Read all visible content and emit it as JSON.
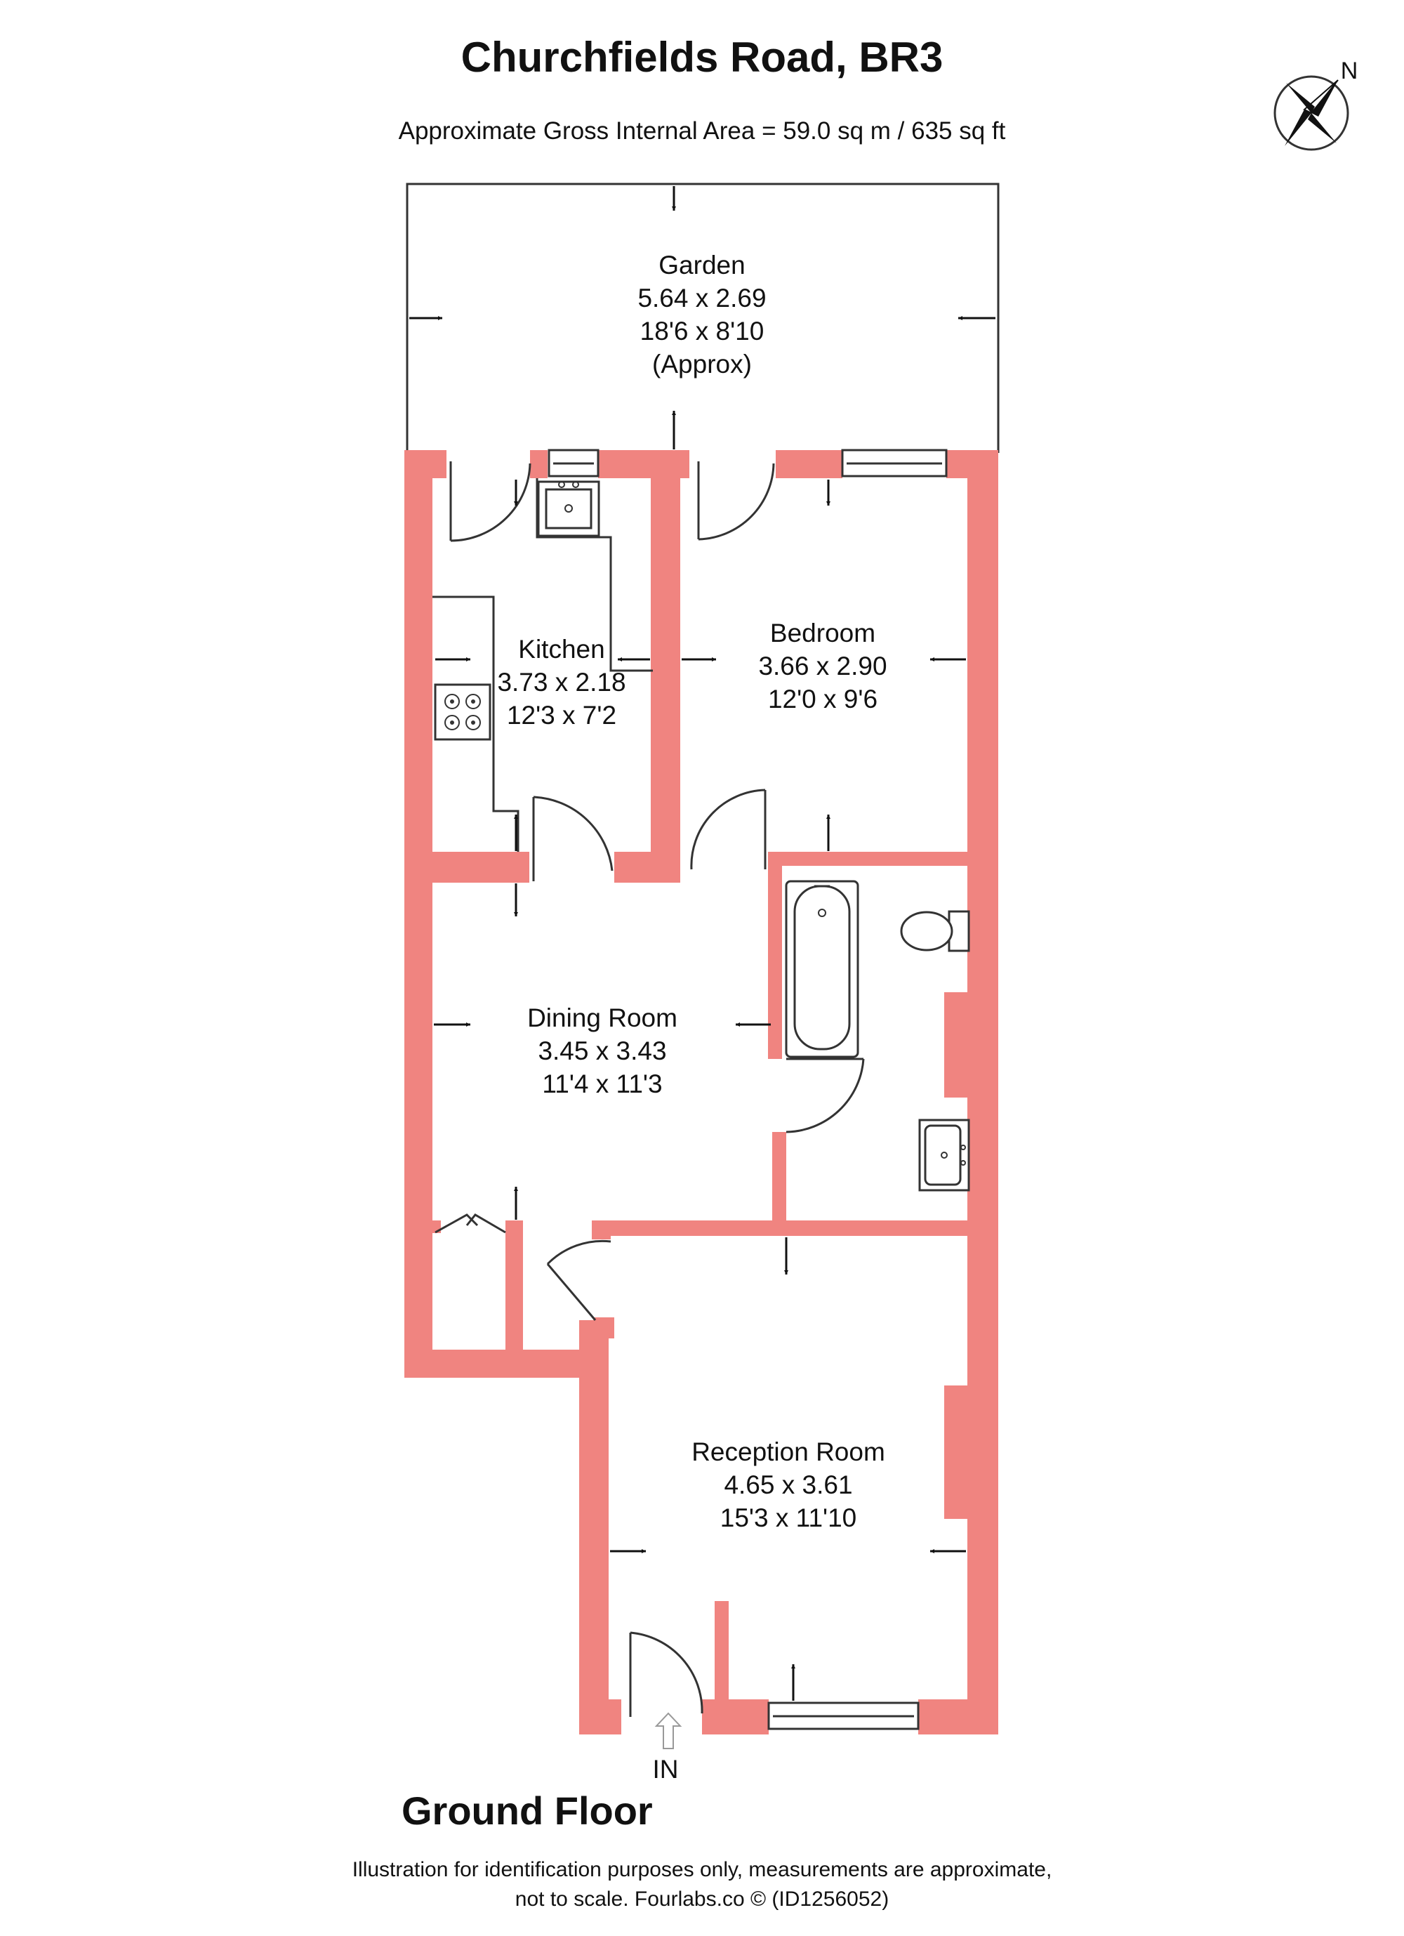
{
  "title": "Churchfields Road, BR3",
  "subtitle": "Approximate Gross Internal Area = 59.0 sq m / 635 sq ft",
  "compass_label": "N",
  "rooms": {
    "garden": {
      "name": "Garden",
      "metric": "5.64 x 2.69",
      "imperial": "18'6 x 8'10",
      "note": "(Approx)"
    },
    "kitchen": {
      "name": "Kitchen",
      "metric": "3.73 x 2.18",
      "imperial": "12'3 x 7'2"
    },
    "bedroom": {
      "name": "Bedroom",
      "metric": "3.66 x 2.90",
      "imperial": "12'0 x 9'6"
    },
    "dining": {
      "name": "Dining Room",
      "metric": "3.45 x 3.43",
      "imperial": "11'4 x 11'3"
    },
    "reception": {
      "name": "Reception Room",
      "metric": "4.65 x 3.61",
      "imperial": "15'3 x 11'10"
    }
  },
  "entrance_label": "IN",
  "floor_label": "Ground Floor",
  "disclaimer": {
    "line1": "Illustration for identification purposes only, measurements are approximate,",
    "line2": "not to scale. Fourlabs.co © (ID1256052)"
  },
  "colors": {
    "wall": "#f08480",
    "line": "#333333",
    "text": "#111111"
  }
}
